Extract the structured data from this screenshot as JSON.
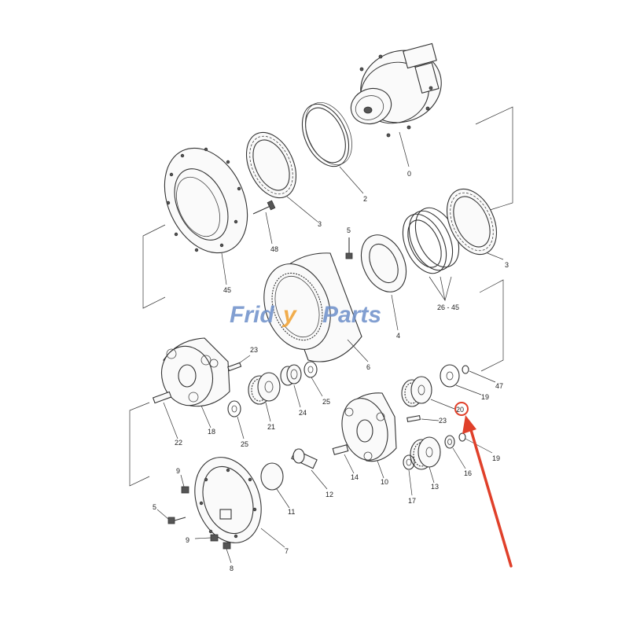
{
  "watermark": {
    "part1": "Frid",
    "part2": "y",
    "part3": "Parts"
  },
  "colors": {
    "highlight": "#e0402a",
    "watermark_blue": "#6d8fc9",
    "watermark_orange": "#f0a030",
    "line": "#333333"
  },
  "parts": [
    {
      "id": "p0",
      "label": "0"
    },
    {
      "id": "p2",
      "label": "2"
    },
    {
      "id": "p3a",
      "label": "3"
    },
    {
      "id": "p3b",
      "label": "3"
    },
    {
      "id": "p4",
      "label": "4"
    },
    {
      "id": "p5a",
      "label": "5"
    },
    {
      "id": "p5b",
      "label": "5"
    },
    {
      "id": "p6",
      "label": "6"
    },
    {
      "id": "p7",
      "label": "7"
    },
    {
      "id": "p8",
      "label": "8"
    },
    {
      "id": "p9a",
      "label": "9"
    },
    {
      "id": "p9b",
      "label": "9"
    },
    {
      "id": "p10",
      "label": "10"
    },
    {
      "id": "p11",
      "label": "11"
    },
    {
      "id": "p12",
      "label": "12"
    },
    {
      "id": "p13",
      "label": "13"
    },
    {
      "id": "p14",
      "label": "14"
    },
    {
      "id": "p16",
      "label": "16"
    },
    {
      "id": "p17",
      "label": "17"
    },
    {
      "id": "p18",
      "label": "18"
    },
    {
      "id": "p19a",
      "label": "19"
    },
    {
      "id": "p19b",
      "label": "19"
    },
    {
      "id": "p20",
      "label": "20"
    },
    {
      "id": "p21",
      "label": "21"
    },
    {
      "id": "p22",
      "label": "22"
    },
    {
      "id": "p23a",
      "label": "23"
    },
    {
      "id": "p23b",
      "label": "23"
    },
    {
      "id": "p24",
      "label": "24"
    },
    {
      "id": "p25a",
      "label": "25"
    },
    {
      "id": "p25b",
      "label": "25"
    },
    {
      "id": "p26",
      "label": "26 - 45"
    },
    {
      "id": "p45",
      "label": "45"
    },
    {
      "id": "p47",
      "label": "47"
    },
    {
      "id": "p48",
      "label": "48"
    }
  ],
  "highlighted_part": "20"
}
